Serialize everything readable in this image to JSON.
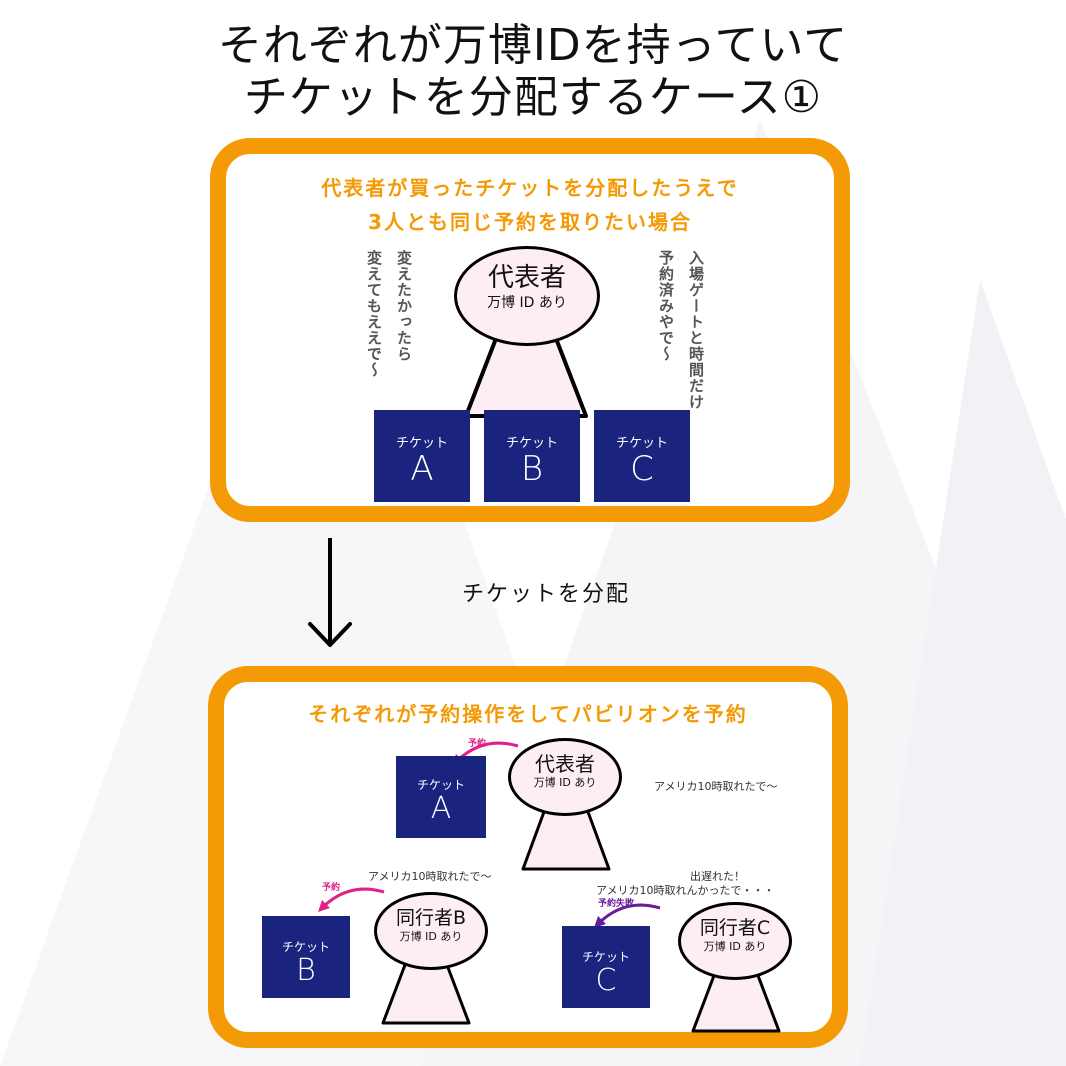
{
  "title": {
    "line1": "それぞれが万博IDを持っていて",
    "line2": "チケットを分配するケース①"
  },
  "panel1": {
    "heading1": "代表者が買ったチケットを分配したうえで",
    "heading2": "3人とも同じ予約を取りたい場合",
    "person": {
      "name": "代表者",
      "sub": "万博 ID あり"
    },
    "left_note_a": "変えたかったら",
    "left_note_b": "変えてもええで〜",
    "right_note_a": "入場ゲートと時間だけ",
    "right_note_b": "予約済みやで〜",
    "tickets": [
      {
        "label": "チケット",
        "letter": "A"
      },
      {
        "label": "チケット",
        "letter": "B"
      },
      {
        "label": "チケット",
        "letter": "C"
      }
    ]
  },
  "arrow_label": "チケットを分配",
  "panel2": {
    "heading": "それぞれが予約操作をしてパビリオンを予約",
    "rep": {
      "name": "代表者",
      "sub": "万博 ID あり",
      "tag": "予約",
      "note": "アメリカ10時取れたで〜",
      "ticket": {
        "label": "チケット",
        "letter": "A"
      }
    },
    "companion_b": {
      "name": "同行者B",
      "sub": "万博 ID あり",
      "tag": "予約",
      "note": "アメリカ10時取れたで〜",
      "ticket": {
        "label": "チケット",
        "letter": "B"
      }
    },
    "companion_c": {
      "name": "同行者C",
      "sub": "万博 ID あり",
      "tag": "予約失敗",
      "note1": "出遅れた！",
      "note2": "アメリカ10時取れんかったで・・・",
      "ticket": {
        "label": "チケット",
        "letter": "C"
      }
    }
  },
  "colors": {
    "orange": "#f39a06",
    "navy": "#1a237e",
    "pink_arrow": "#e0218a",
    "purple_arrow": "#6a1b9a",
    "head_fill": "#fdeef3"
  }
}
